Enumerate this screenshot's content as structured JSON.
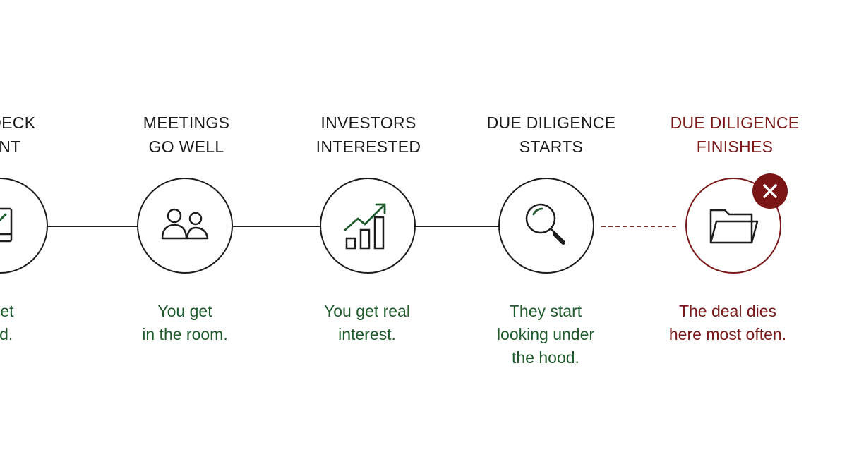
{
  "colors": {
    "ink": "#1c1c1c",
    "success_text": "#1f5a2c",
    "danger": "#7a1919",
    "badge": "#7a1515"
  },
  "stages": [
    {
      "title_lines": [
        "H DECK",
        "ENT"
      ],
      "caption_lines": [
        "u get",
        "iced."
      ],
      "icon": "checklist-board-icon"
    },
    {
      "title_lines": [
        "MEETINGS",
        "GO WELL"
      ],
      "caption_lines": [
        "You get",
        "in the room."
      ],
      "icon": "people-icon"
    },
    {
      "title_lines": [
        "INVESTORS",
        "INTERESTED"
      ],
      "caption_lines": [
        "You get real",
        "interest."
      ],
      "icon": "growth-chart-icon"
    },
    {
      "title_lines": [
        "DUE DILIGENCE",
        "STARTS"
      ],
      "caption_lines": [
        "They start",
        "looking under",
        "the hood."
      ],
      "icon": "magnifier-icon"
    },
    {
      "title_lines": [
        "DUE DILIGENCE",
        "FINISHES"
      ],
      "caption_lines": [
        "The deal dies",
        "here most often."
      ],
      "icon": "folder-icon",
      "status_icon": "close-icon"
    }
  ]
}
